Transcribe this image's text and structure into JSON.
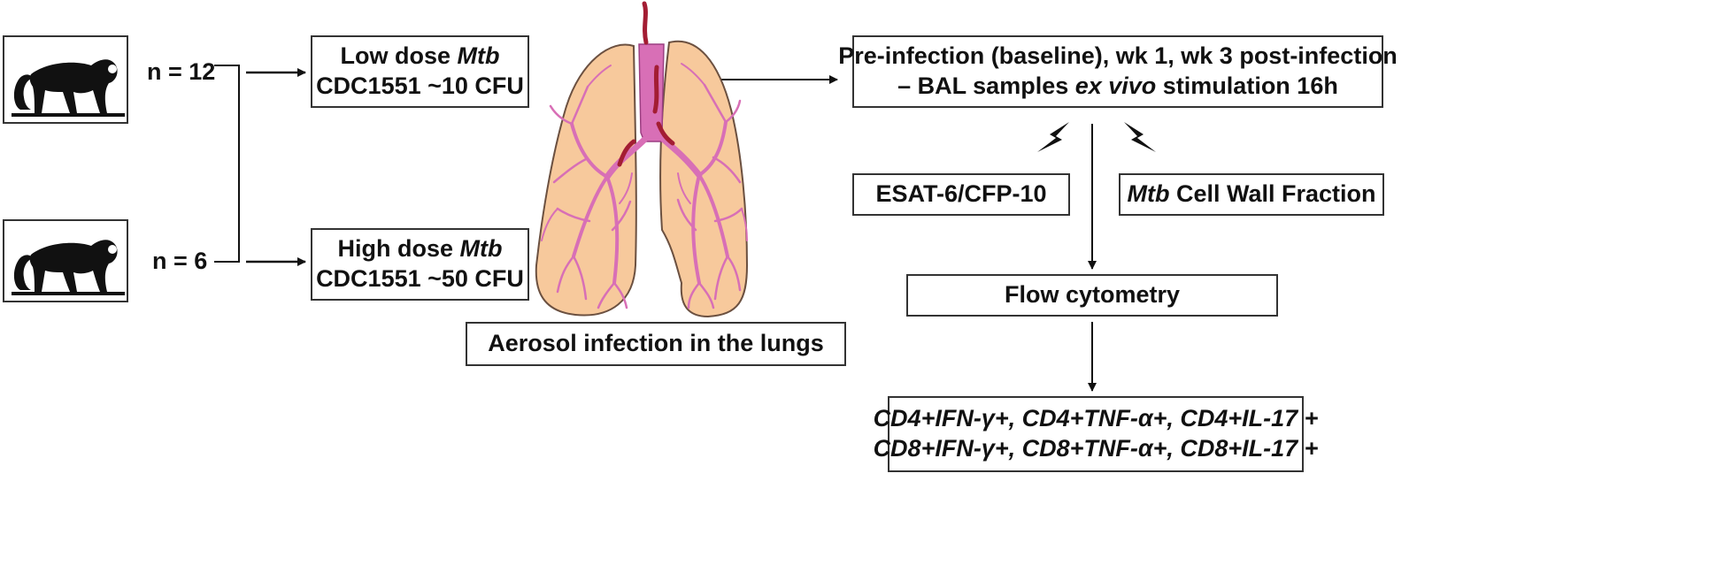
{
  "colors": {
    "lung_fill": "#f7c99c",
    "lung_stroke": "#6b5040",
    "bronchi": "#d86fb6",
    "bronchi_vessel": "#a31d33",
    "border": "#333333",
    "text": "#111111"
  },
  "groups": {
    "low_n": "n = 12",
    "high_n": "n = 6"
  },
  "doses": {
    "low": {
      "prefix": "Low dose ",
      "strain_word": "Mtb",
      "detail": "CDC1551 ~10 CFU"
    },
    "high": {
      "prefix": "High dose ",
      "strain_word": "Mtb",
      "detail": "CDC1551 ~50 CFU"
    }
  },
  "lungs": {
    "caption": "Aerosol infection in the lungs"
  },
  "timepoints": {
    "line1": "Pre-infection (baseline), wk 1, wk 3 post-infection",
    "line2_pre": "– BAL samples ",
    "line2_italic": "ex vivo",
    "line2_post": " stimulation 16h"
  },
  "stimuli": {
    "left": "ESAT-6/CFP-10",
    "right_italic": "Mtb",
    "right_rest": " Cell Wall Fraction"
  },
  "analysis": {
    "label": "Flow cytometry"
  },
  "readouts": {
    "line1": "CD4+IFN-γ+, CD4+TNF-α+, CD4+IL-17 +",
    "line2": "CD8+IFN-γ+, CD8+TNF-α+, CD8+IL-17 +"
  },
  "icons": {
    "monkey": "monkey-silhouette-icon",
    "lightning": "lightning-bolt-icon",
    "lungs": "lungs-illustration"
  }
}
